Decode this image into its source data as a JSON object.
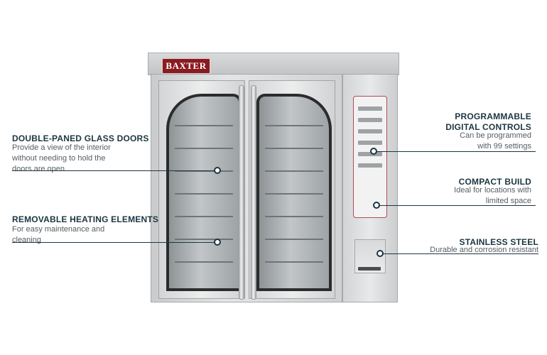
{
  "brand": "BAXTER",
  "features": {
    "glass_doors": {
      "title": "DOUBLE-PANED GLASS DOORS",
      "description": "Provide a view of the interior without needing to hold the doors are open"
    },
    "heating_elements": {
      "title": "REMOVABLE HEATING ELEMENTS",
      "description": "For easy maintenance and cleaning"
    },
    "digital_controls": {
      "title_line1": "PROGRAMMABLE",
      "title_line2": "DIGITAL CONTROLS",
      "description_line1": "Can be programmed",
      "description_line2": "with 99 settings"
    },
    "compact_build": {
      "title": "COMPACT BUILD",
      "description_line1": "Ideal for locations with",
      "description_line2": "limited space"
    },
    "stainless_steel": {
      "title": "STAINLESS STEEL",
      "description": "Durable and corrosion resistant"
    }
  },
  "colors": {
    "accent": "#1d3541",
    "brand_red": "#8a1a22"
  }
}
